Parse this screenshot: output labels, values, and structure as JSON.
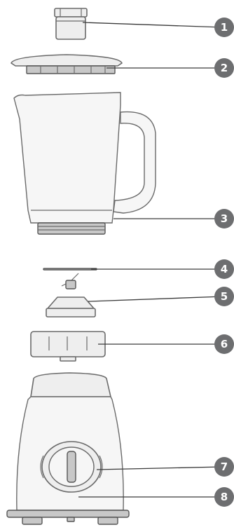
{
  "diagram": {
    "callouts": [
      {
        "id": "1",
        "label": "1"
      },
      {
        "id": "2",
        "label": "2"
      },
      {
        "id": "3",
        "label": "3"
      },
      {
        "id": "4",
        "label": "4"
      },
      {
        "id": "5",
        "label": "5"
      },
      {
        "id": "6",
        "label": "6"
      },
      {
        "id": "7",
        "label": "7"
      },
      {
        "id": "8",
        "label": "8"
      }
    ],
    "colors": {
      "callout_fill": "#6d6e70",
      "callout_text": "#ffffff",
      "outline": "#6a6a6a",
      "part_fill": "#eeeeee"
    }
  }
}
